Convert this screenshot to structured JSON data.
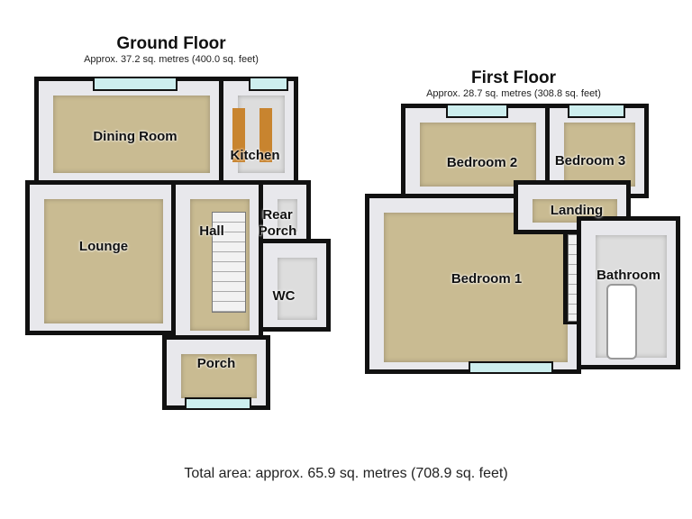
{
  "ground_floor": {
    "title": "Ground Floor",
    "area": "Approx. 37.2 sq. metres (400.0 sq. feet)",
    "rooms": {
      "dining": "Dining Room",
      "kitchen": "Kitchen",
      "lounge": "Lounge",
      "hall": "Hall",
      "rear_porch": "Rear Porch",
      "wc": "WC",
      "porch": "Porch"
    }
  },
  "first_floor": {
    "title": "First Floor",
    "area": "Approx. 28.7 sq. metres (308.8 sq. feet)",
    "rooms": {
      "bedroom2": "Bedroom 2",
      "bedroom3": "Bedroom 3",
      "landing": "Landing",
      "bedroom1": "Bedroom 1",
      "bathroom": "Bathroom"
    }
  },
  "total": "Total area: approx. 65.9 sq. metres (708.9 sq. feet)"
}
